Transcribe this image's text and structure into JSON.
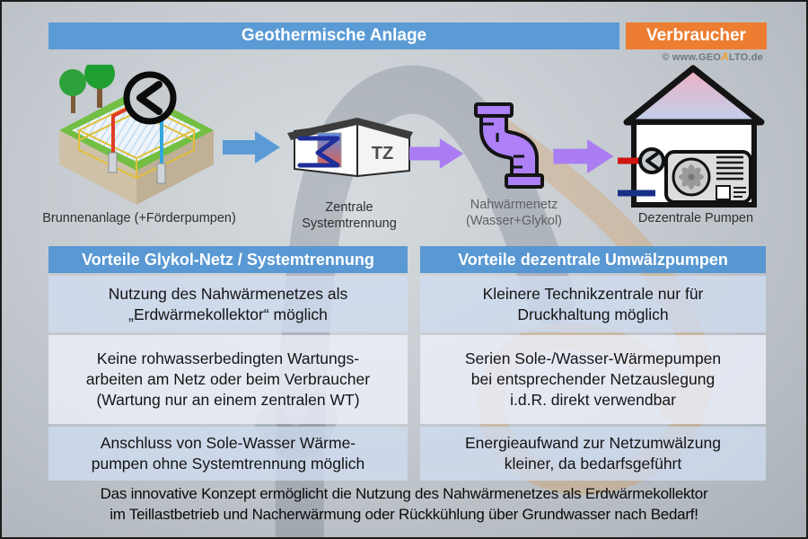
{
  "title_bars": {
    "geothermal": "Geothermische Anlage",
    "consumer": "Verbraucher"
  },
  "credit": {
    "prefix": "© www.GEO",
    "logo": "A",
    "suffix": "LTO.de"
  },
  "flow": {
    "stations": [
      {
        "id": "wells",
        "label": "Brunnenanlage (+Förderpumpen)"
      },
      {
        "id": "central-separation",
        "label": "Zentrale\nSystemtrennung",
        "badge": "TZ"
      },
      {
        "id": "heat-network",
        "label": "Nahwärmenetz\n(Wasser+Glykol)"
      },
      {
        "id": "decentral-pumps",
        "label": "Dezentrale Pumpen"
      }
    ]
  },
  "table": {
    "headers": [
      "Vorteile Glykol-Netz / Systemtrennung",
      "Vorteile dezentrale Umwälzpumpen"
    ],
    "rows": [
      {
        "left": "Nutzung des Nahwärmenetzes als\n„Erdwärmekollektor“ möglich",
        "right": "Kleinere Technikzentrale nur für\nDruckhaltung möglich"
      },
      {
        "left": "Keine rohwasserbedingten Wartungs-\narbeiten am Netz oder beim Verbraucher\n(Wartung nur an einem zentralen WT)",
        "right": "Serien Sole-/Wasser-Wärmepumpen\nbei entsprechender Netzauslegung\ni.d.R. direkt verwendbar"
      },
      {
        "left": "Anschluss von Sole-Wasser Wärme-\npumpen ohne Systemtrennung möglich",
        "right": "Energieaufwand zur Netzumwälzung\nkleiner, da bedarfsgeführt"
      }
    ]
  },
  "footer": {
    "text": "Das innovative Konzept ermöglicht die Nutzung des Nahwärmenetzes als Erdwärmekollektor\nim Teillastbetrieb und Nacherwärmung oder Rückkühlung über Grundwasser nach Bedarf!"
  },
  "colors": {
    "accent_blue": "#5b9bd5",
    "accent_orange": "#ed7d31",
    "arrow_purple": "#aa7df2",
    "row_dark": "#d0ddf1",
    "row_light": "#ecf0fa",
    "watermark_grey": "#6d7480",
    "watermark_orange": "#d99a58",
    "pipe_red": "#d11510",
    "pipe_blue": "#173086"
  }
}
